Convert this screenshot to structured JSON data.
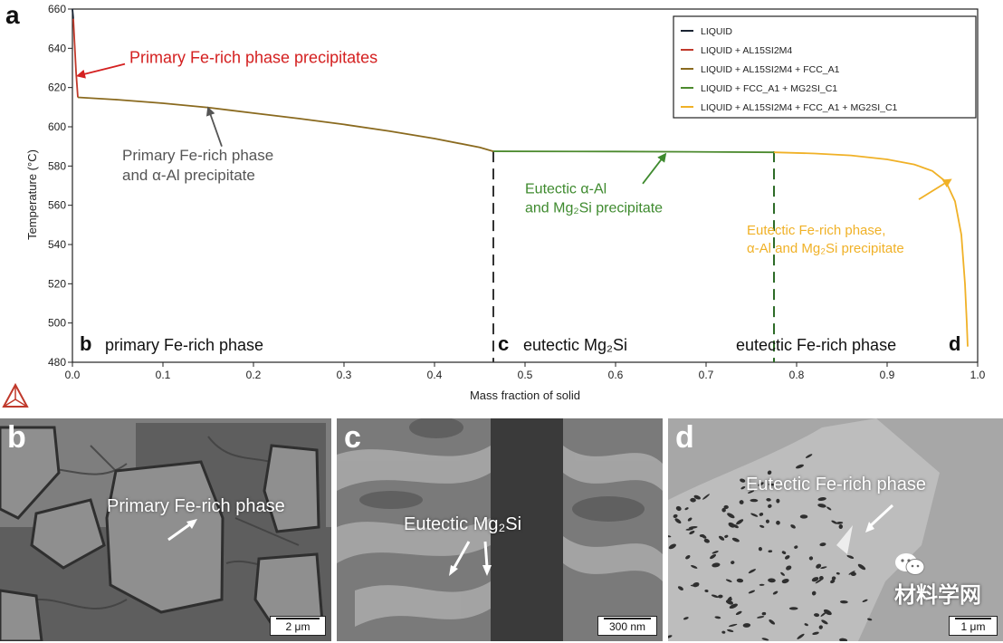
{
  "chart_data": {
    "type": "line",
    "panel_label": "a",
    "xlabel": "Mass fraction of solid",
    "ylabel": "Temperature (°C)",
    "xlim": [
      0,
      1.0
    ],
    "ylim": [
      480,
      660
    ],
    "x_ticks": [
      "0.0",
      "0.1",
      "0.2",
      "0.3",
      "0.4",
      "0.5",
      "0.6",
      "0.7",
      "0.8",
      "0.9",
      "1.0"
    ],
    "y_ticks": [
      "480",
      "500",
      "520",
      "540",
      "560",
      "580",
      "600",
      "620",
      "640",
      "660"
    ],
    "grid": false,
    "legend_position": "top-right",
    "series": [
      {
        "name": "LIQUID",
        "color": "#1a2433",
        "x": [
          0.0,
          0.001
        ],
        "y": [
          660,
          655
        ]
      },
      {
        "name": "LIQUID + AL15SI2M4",
        "color": "#c0392b",
        "x": [
          0.001,
          0.004,
          0.006
        ],
        "y": [
          655,
          628,
          615
        ]
      },
      {
        "name": "LIQUID + AL15SI2M4 + FCC_A1",
        "color": "#8a6a1f",
        "x": [
          0.006,
          0.05,
          0.1,
          0.15,
          0.2,
          0.25,
          0.3,
          0.35,
          0.4,
          0.45,
          0.465
        ],
        "y": [
          615,
          613.8,
          612,
          609.8,
          607,
          604.2,
          601.2,
          597.8,
          594,
          589.5,
          587.5
        ]
      },
      {
        "name": "LIQUID + FCC_A1 + MG2SI_C1",
        "color": "#4c8a2e",
        "x": [
          0.465,
          0.6,
          0.7,
          0.775
        ],
        "y": [
          587.5,
          587.4,
          587.2,
          587
        ]
      },
      {
        "name": "LIQUID + AL15SI2M4 + FCC_A1 + MG2SI_C1",
        "color": "#f0b127",
        "x": [
          0.775,
          0.82,
          0.86,
          0.9,
          0.93,
          0.95,
          0.965,
          0.975,
          0.982,
          0.986,
          0.988,
          0.989
        ],
        "y": [
          587,
          586.4,
          585.4,
          583.4,
          580.8,
          577.5,
          572,
          562,
          545,
          520,
          500,
          488
        ]
      }
    ],
    "dividers": [
      {
        "x": 0.465,
        "color": "#333333"
      },
      {
        "x": 0.775,
        "color": "#2d6b27"
      }
    ],
    "annotations": [
      {
        "lines": [
          "Primary Fe-rich phase precipitates"
        ],
        "color": "#d42020",
        "size": 18,
        "x": 0.063,
        "y": 632.5,
        "arrow_to": [
          0.006,
          626
        ],
        "arrow_from": [
          0.058,
          632
        ]
      },
      {
        "lines": [
          "Primary Fe-rich phase",
          "and α-Al precipitate"
        ],
        "color": "#555555",
        "size": 17,
        "x": 0.055,
        "y": 583,
        "arrow_to": [
          0.15,
          609.5
        ],
        "arrow_from": [
          0.165,
          590
        ]
      },
      {
        "lines": [
          "Eutectic α-Al",
          "and Mg₂Si precipitate"
        ],
        "color": "#3e8a2e",
        "size": 16,
        "x": 0.5,
        "y": 566,
        "arrow_to": [
          0.655,
          586
        ],
        "arrow_from": [
          0.63,
          571
        ]
      },
      {
        "lines": [
          "Eutectic Fe-rich phase,",
          "α-Al and Mg₂Si precipitate"
        ],
        "color": "#f0b127",
        "size": 15,
        "x": 0.745,
        "y": 545,
        "arrow_to": [
          0.97,
          573
        ],
        "arrow_from": [
          0.935,
          563
        ]
      }
    ],
    "region_labels": [
      {
        "letter": "b",
        "text": "primary Fe-rich phase",
        "x": 0.008,
        "letter_side": "left"
      },
      {
        "letter": "c",
        "text": "eutectic Mg₂Si",
        "x": 0.47,
        "letter_side": "left"
      },
      {
        "letter": "d",
        "text": "eutectic Fe-rich phase",
        "x": 0.733,
        "letter_side": "right"
      }
    ]
  },
  "panels": [
    {
      "letter": "b",
      "label": "Primary Fe-rich phase",
      "scalebar": "2 μm"
    },
    {
      "letter": "c",
      "label": "Eutectic Mg₂Si",
      "scalebar": "300 nm"
    },
    {
      "letter": "d",
      "label": "Eutectic Fe-rich phase",
      "scalebar": "1 μm"
    }
  ],
  "watermark": "材料学网",
  "colors": {
    "axis": "#222222",
    "logo": "#c0392b"
  }
}
